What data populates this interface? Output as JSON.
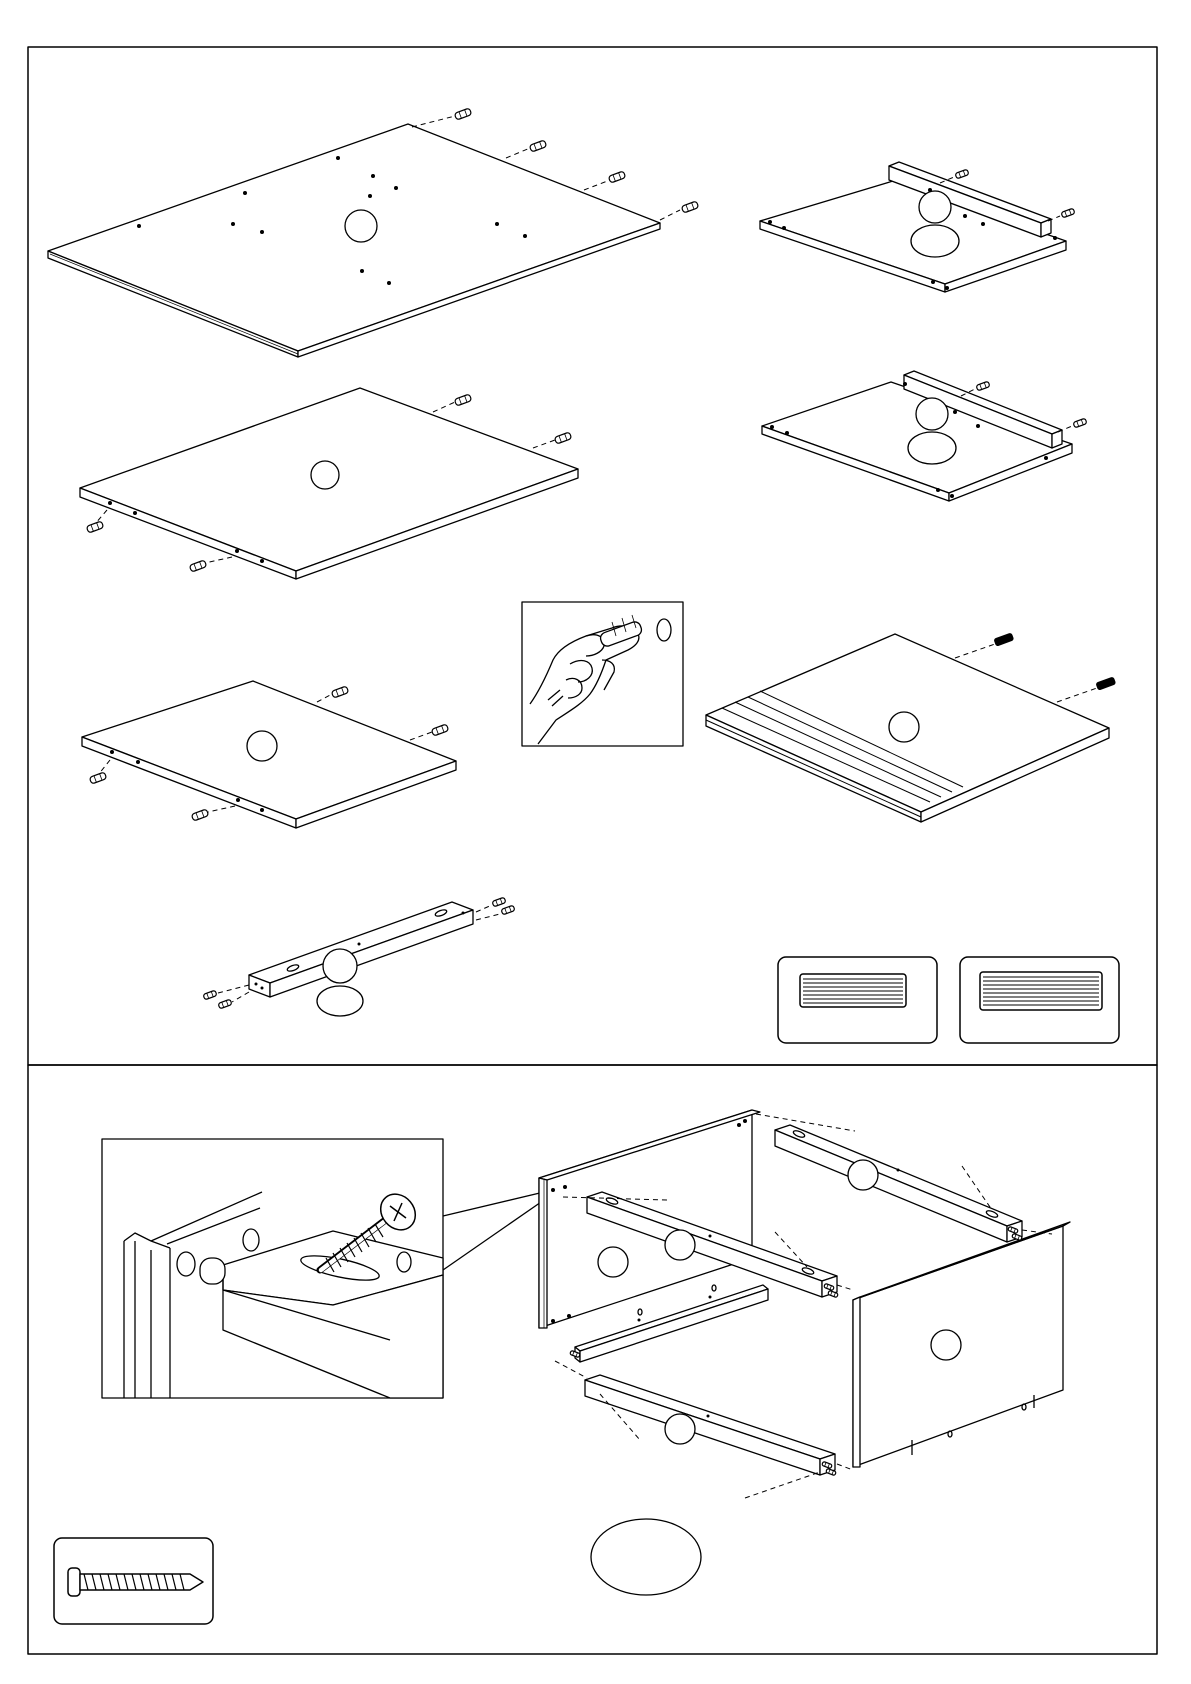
{
  "colors": {
    "line": "#000000",
    "paper": "#ffffff"
  },
  "sections": [
    {
      "name": "step-panels-preassembly",
      "parts": [
        {
          "name": "large-panel",
          "dowel_count": 4,
          "label_circle_count": 1
        },
        {
          "name": "medium-panel",
          "dowel_count": 4,
          "label_circle_count": 1
        },
        {
          "name": "small-panel",
          "dowel_count": 4,
          "label_circle_count": 1
        },
        {
          "name": "long-rail",
          "dowel_count": 4,
          "label_circle_count": 2
        },
        {
          "name": "drawer-bottom-upper",
          "dowel_count": 2,
          "label_circle_count": 2
        },
        {
          "name": "drawer-bottom-lower",
          "dowel_count": 2,
          "label_circle_count": 2
        },
        {
          "name": "grooved-panel",
          "dowel_count": 2,
          "label_circle_count": 1
        },
        {
          "name": "hand-inserting-dowel-detail",
          "icon": "hand-icon"
        },
        {
          "name": "dowel-legend-short",
          "icon": "dowel-icon",
          "grooves": 6
        },
        {
          "name": "dowel-legend-long",
          "icon": "dowel-icon",
          "grooves": 8
        }
      ]
    },
    {
      "name": "step-carcass-assembly",
      "parts": [
        {
          "name": "screw-detail-zoom",
          "icon": "screw-icon"
        },
        {
          "name": "left-side-panel",
          "label_circle_count": 1
        },
        {
          "name": "right-side-panel",
          "label_circle_count": 1
        },
        {
          "name": "cross-rails",
          "count": 4,
          "label_circle_count": 3
        },
        {
          "name": "screw-legend",
          "icon": "screw-icon"
        },
        {
          "name": "quantity-ellipse",
          "icon": "ellipse-icon"
        }
      ]
    }
  ]
}
